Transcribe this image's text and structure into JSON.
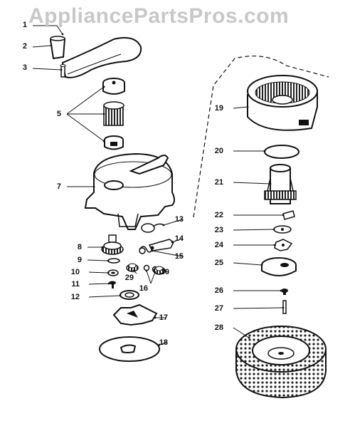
{
  "watermark": "AppliancePartsPros.com",
  "callouts": [
    "1",
    "2",
    "3",
    "5",
    "7",
    "8",
    "9",
    "10",
    "11",
    "12",
    "13",
    "14",
    "15",
    "16",
    "17",
    "18",
    "19",
    "20",
    "21",
    "22",
    "23",
    "24",
    "25",
    "26",
    "27",
    "28",
    "29",
    "30"
  ],
  "colors": {
    "ink": "#111111",
    "paper": "#ffffff",
    "watermark": "#c8c8c8",
    "shade": "#444444"
  }
}
